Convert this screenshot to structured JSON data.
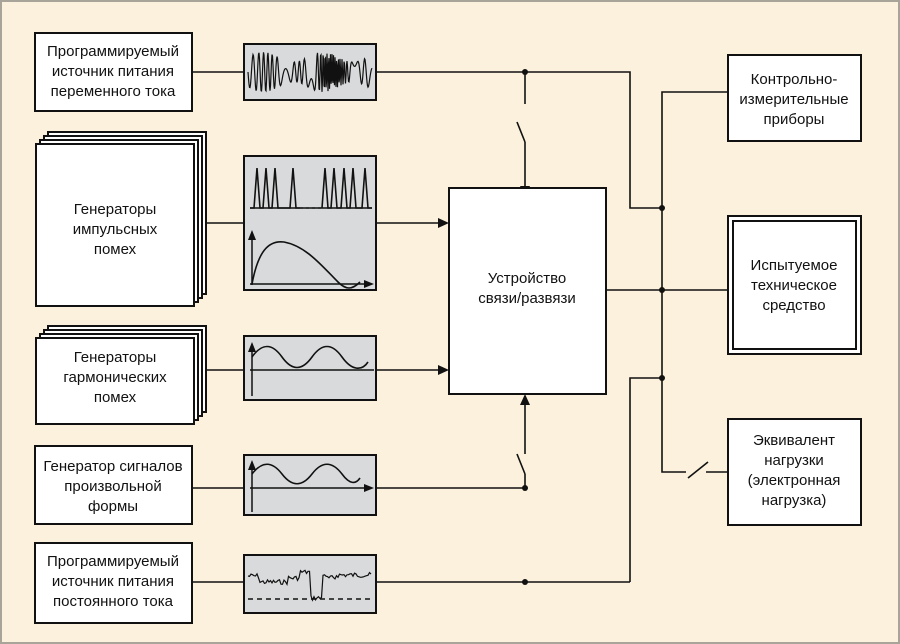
{
  "diagram": {
    "blocks": {
      "ac_source": [
        "Программируемый",
        "источник питания",
        "переменного тока"
      ],
      "pulse_generators": [
        "Генераторы",
        "импульсных",
        "помех"
      ],
      "harmonic_generators": [
        "Генераторы",
        "гармонических",
        "помех"
      ],
      "arbitrary_generator": [
        "Генератор сигналов",
        "произвольной",
        "формы"
      ],
      "dc_source": [
        "Программируемый",
        "источник питания",
        "постоянного тока"
      ],
      "coupling_device": [
        "Устройство",
        "связи/развязи"
      ],
      "measuring_instruments": [
        "Контрольно-",
        "измерительные",
        "приборы"
      ],
      "equipment_under_test": [
        "Испытуемое",
        "техническое",
        "средство"
      ],
      "load_equivalent": [
        "Эквивалент",
        "нагрузки",
        "(электронная",
        "нагрузка)"
      ]
    },
    "scopes": {
      "ac": "ac-burst-waveform",
      "pulse": "pulse-train-and-surge-waveform",
      "harmonic": "sine-waveform",
      "arbitrary": "sine-waveform",
      "dc": "dc-fluctuation-waveform"
    },
    "colors": {
      "background": "#fbf1dc",
      "frame": "#a9a49a",
      "scope_fill": "#d9dadb",
      "line": "#111111"
    }
  }
}
